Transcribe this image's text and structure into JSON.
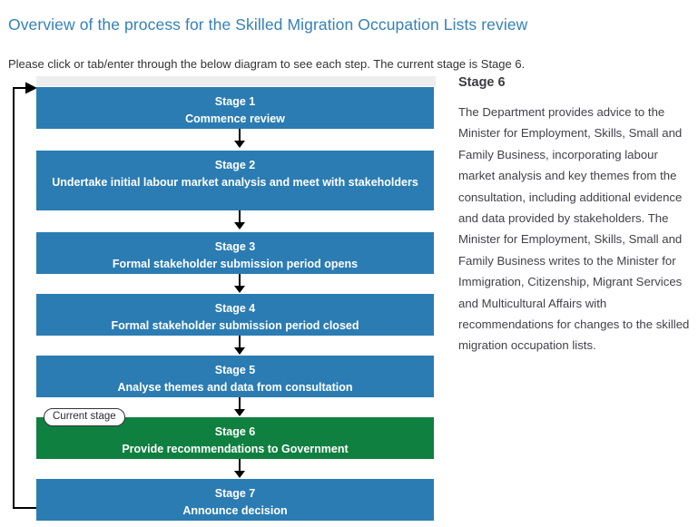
{
  "page": {
    "title": "Overview of the process for the Skilled Migration Occupation Lists review",
    "intro": "Please click or tab/enter through the below diagram to see each step. The current stage is Stage 6.",
    "current_stage_badge": "Current stage",
    "accent_blue": "#2b7cb3",
    "accent_green": "#108040",
    "title_color": "#3481b8",
    "track_color": "#ededed"
  },
  "diagram": {
    "stages": [
      {
        "number": "Stage 1",
        "label": "Commence review",
        "state": "default"
      },
      {
        "number": "Stage 2",
        "label": "Undertake initial labour market analysis and meet with stakeholders",
        "state": "default"
      },
      {
        "number": "Stage 3",
        "label": "Formal stakeholder submission period opens",
        "state": "default"
      },
      {
        "number": "Stage 4",
        "label": "Formal stakeholder submission period closed",
        "state": "default"
      },
      {
        "number": "Stage 5",
        "label": "Analyse themes and data from consultation",
        "state": "default"
      },
      {
        "number": "Stage 6",
        "label": "Provide recommendations to Government",
        "state": "current"
      },
      {
        "number": "Stage 7",
        "label": "Announce decision",
        "state": "default"
      }
    ]
  },
  "detail": {
    "heading": "Stage 6",
    "body": "The Department provides advice to the Minister for Employment, Skills, Small and Family Business, incorporating labour market analysis and key themes from the consultation, including additional evidence and data provided by stakeholders. The Minister for Employment, Skills, Small and Family Business writes to the Minister for Immigration, Citizenship, Migrant Services and Multicultural Affairs with recommendations for changes to the skilled migration occupation lists."
  }
}
